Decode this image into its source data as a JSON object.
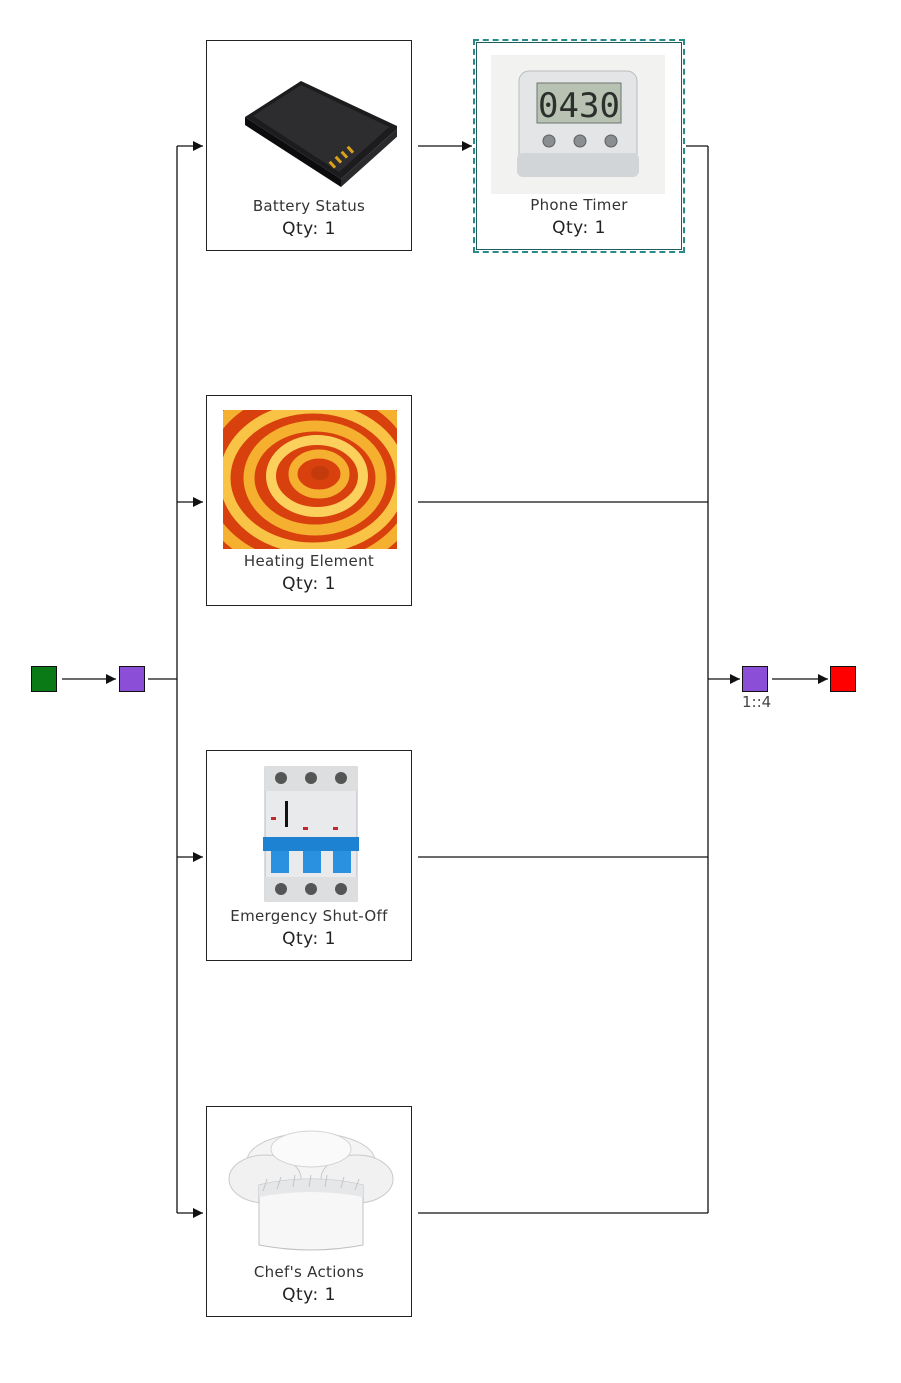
{
  "colors": {
    "start": "#0a7a16",
    "junction": "#8a4fd6",
    "end": "#ff0000",
    "wire": "#111111",
    "selected_border": "#2a8a8a"
  },
  "blocks": [
    {
      "name": "Battery Status",
      "qty": "Qty: 1",
      "icon": "battery-icon"
    },
    {
      "name": "Phone Timer",
      "qty": "Qty: 1",
      "icon": "timer-icon",
      "selected": true
    },
    {
      "name": "Heating Element",
      "qty": "Qty: 1",
      "icon": "heating-coil-icon"
    },
    {
      "name": "Emergency Shut-Off",
      "qty": "Qty: 1",
      "icon": "circuit-breaker-icon"
    },
    {
      "name": "Chef's Actions",
      "qty": "Qty: 1",
      "icon": "chef-hat-icon"
    }
  ],
  "join": {
    "ratio": "1::4"
  }
}
